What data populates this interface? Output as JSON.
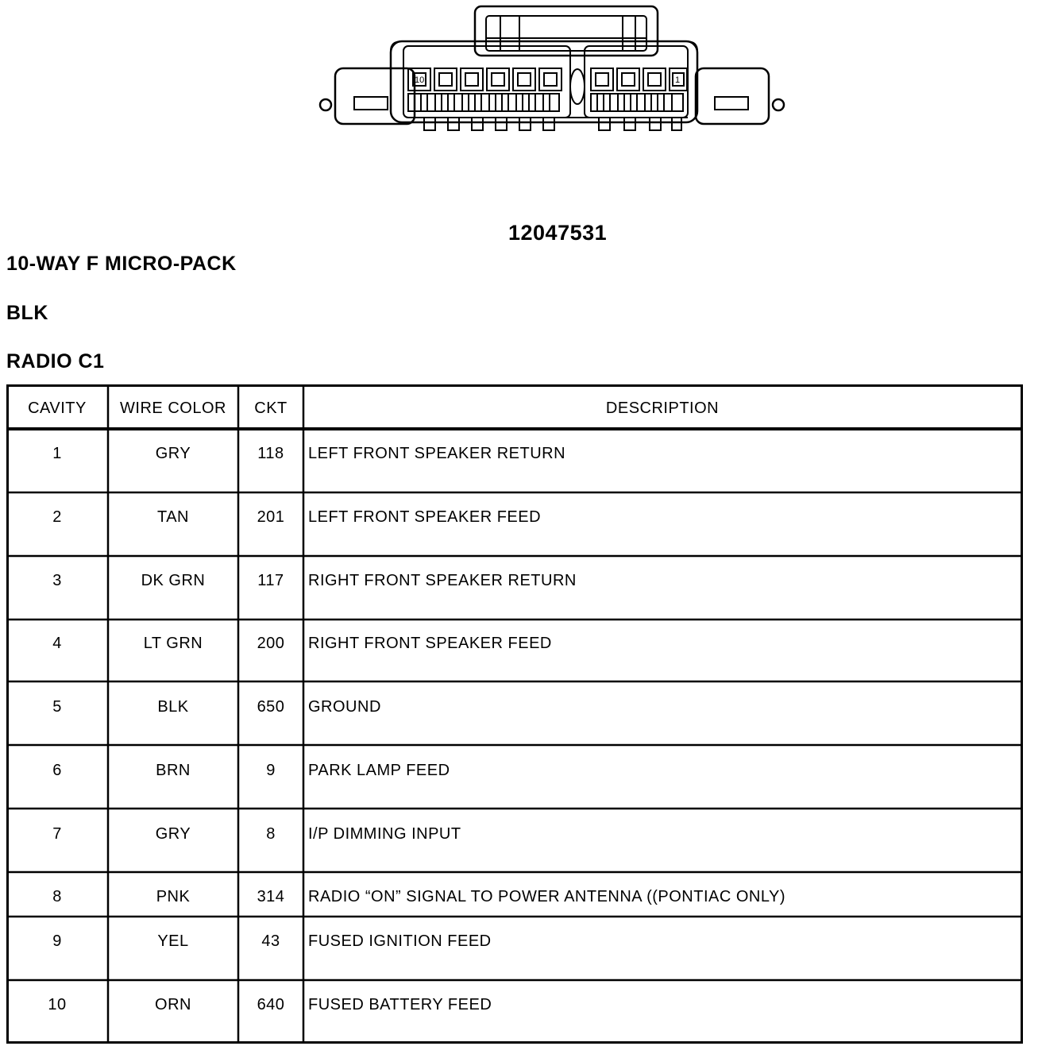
{
  "part_number": "12047531",
  "connector_type": "10-WAY F MICRO-PACK",
  "connector_color": "BLK",
  "connector_name": "RADIO C1",
  "connector_pin_labels": [
    "10",
    "1"
  ],
  "table": {
    "headers": [
      "CAVITY",
      "WIRE COLOR",
      "CKT",
      "DESCRIPTION"
    ],
    "rows": [
      [
        "1",
        "GRY",
        "118",
        "LEFT FRONT SPEAKER RETURN"
      ],
      [
        "2",
        "TAN",
        "201",
        "LEFT FRONT SPEAKER FEED"
      ],
      [
        "3",
        "DK GRN",
        "117",
        "RIGHT FRONT SPEAKER RETURN"
      ],
      [
        "4",
        "LT GRN",
        "200",
        "RIGHT FRONT SPEAKER FEED"
      ],
      [
        "5",
        "BLK",
        "650",
        "GROUND"
      ],
      [
        "6",
        "BRN",
        "9",
        "PARK LAMP FEED"
      ],
      [
        "7",
        "GRY",
        "8",
        "I/P DIMMING INPUT"
      ],
      [
        "8",
        "PNK",
        "314",
        "RADIO “ON” SIGNAL TO POWER ANTENNA ((PONTIAC ONLY)"
      ],
      [
        "9",
        "YEL",
        "43",
        "FUSED IGNITION FEED"
      ],
      [
        "10",
        "ORN",
        "640",
        "FUSED BATTERY FEED"
      ]
    ]
  }
}
